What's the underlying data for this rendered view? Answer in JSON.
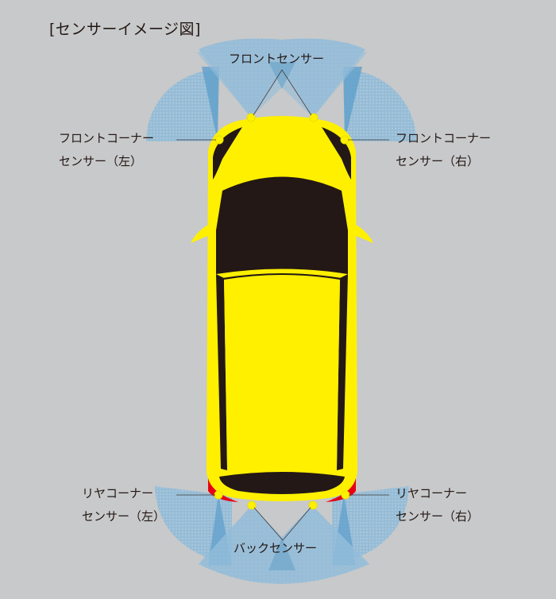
{
  "title": "[センサーイメージ図]",
  "labels": {
    "front_sensor": "フロントセンサー",
    "front_corner_left": {
      "line1": "フロントコーナー",
      "line2": "センサー（左）"
    },
    "front_corner_right": {
      "line1": "フロントコーナー",
      "line2": "センサー（右）"
    },
    "rear_corner_left": {
      "line1": "リヤコーナー",
      "line2": "センサー（左）"
    },
    "rear_corner_right": {
      "line1": "リヤコーナー",
      "line2": "センサー（右）"
    },
    "back_sensor": "バックセンサー"
  },
  "colors": {
    "background": "#c8c9ca",
    "car_body": "#fff000",
    "glass": "#231815",
    "tail_light": "#e60012",
    "sensor_zone": "#6fa9cf",
    "sensor_zone_dark": "#3d8cc4",
    "text": "#231815"
  }
}
